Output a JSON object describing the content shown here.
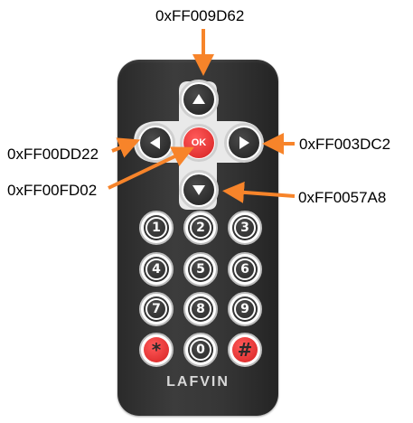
{
  "remote": {
    "brand": "LAFVIN",
    "ok_label": "OK",
    "number_keys": [
      "1",
      "2",
      "3",
      "4",
      "5",
      "6",
      "7",
      "8",
      "9",
      "*",
      "0",
      "#"
    ]
  },
  "codes": {
    "up": "0xFF009D62",
    "left": "0xFF00DD22",
    "right": "0xFF003DC2",
    "ok": "0xFF00FD02",
    "down": "0xFF0057A8"
  },
  "colors": {
    "arrow": "#f7842a",
    "red_button": "#e23232",
    "remote_body": "#333333"
  }
}
